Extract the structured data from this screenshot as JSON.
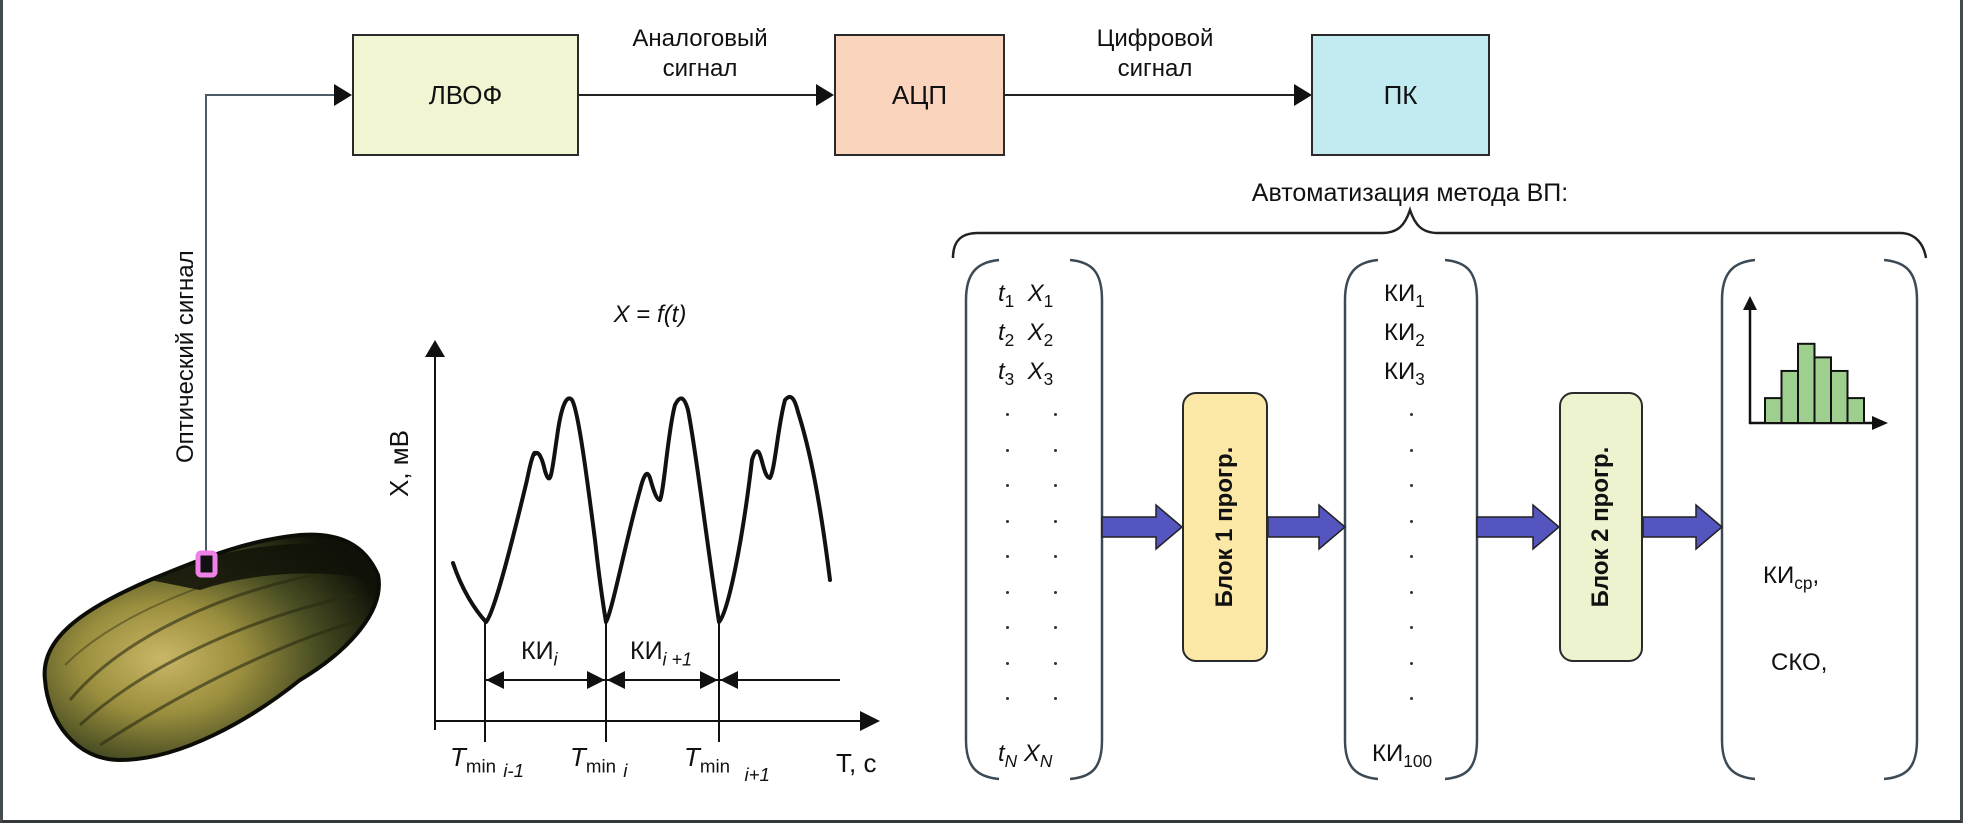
{
  "pipeline": {
    "blocks": [
      {
        "id": "lvof",
        "label": "ЛВОФ",
        "color": "#f1f5d2"
      },
      {
        "id": "adc",
        "label": "АЦП",
        "color": "#fad4bd"
      },
      {
        "id": "pc",
        "label": "ПК",
        "color": "#c2eaf1"
      }
    ],
    "links": [
      {
        "line1": "Аналоговый",
        "line2": "сигнал"
      },
      {
        "line1": "Цифровой",
        "line2": "сигнал"
      }
    ],
    "optical_signal_label": "Оптический сигнал",
    "sensor_color": "#ee82e8"
  },
  "signal_plot": {
    "title_lhs": "X",
    "title_eq": " = ",
    "title_f": "f",
    "title_arg": "(t)",
    "y_axis_label": "X, мВ",
    "x_axis_label": "T, с",
    "interval_labels": [
      {
        "base": "КИ",
        "sub": "i"
      },
      {
        "base": "КИ",
        "sub": "i +1"
      }
    ],
    "minima_labels": [
      {
        "base": "T",
        "mid": "min",
        "sub": "i-1"
      },
      {
        "base": "T",
        "mid": "min",
        "sub": "i"
      },
      {
        "base": "T",
        "mid": "min",
        "sub": "i+1"
      }
    ]
  },
  "automation": {
    "title": "Автоматизация метода ВП:",
    "input_column": {
      "rows": [
        {
          "t": "t",
          "ti": "1",
          "x": "X",
          "xi": "1"
        },
        {
          "t": "t",
          "ti": "2",
          "x": "X",
          "xi": "2"
        },
        {
          "t": "t",
          "ti": "3",
          "x": "X",
          "xi": "3"
        }
      ],
      "last": {
        "t": "t",
        "ti": "N",
        "x": "X",
        "xi": "N"
      }
    },
    "block1_label": "Блок 1 прогр.",
    "block1_color": "#fbe7a6",
    "intervals_column": {
      "rows": [
        {
          "base": "КИ",
          "sub": "1"
        },
        {
          "base": "КИ",
          "sub": "2"
        },
        {
          "base": "КИ",
          "sub": "3"
        }
      ],
      "last": {
        "base": "КИ",
        "sub": "100"
      }
    },
    "block2_label": "Блок 2 прогр.",
    "block2_color": "#eef3cf",
    "result_column": {
      "mean_base": "КИ",
      "mean_sub": "ср",
      "mean_suffix": ",",
      "std_label": "СКО,"
    },
    "arrow_color": "#5555c0",
    "histogram_color": "#9fcf8e",
    "histogram_relative_heights": [
      0.22,
      0.46,
      0.7,
      0.58,
      0.46,
      0.22
    ]
  }
}
